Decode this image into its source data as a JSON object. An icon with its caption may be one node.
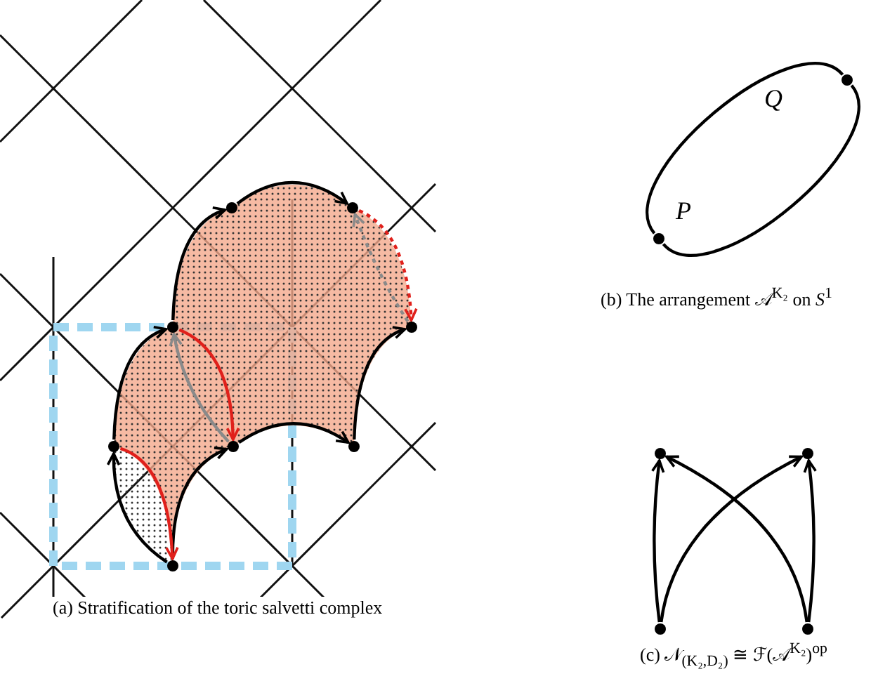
{
  "diagram": {
    "nodes": [
      {
        "text": [],
        "shape": "circle"
      },
      {
        "text": [],
        "shape": "circle"
      },
      {
        "text": [],
        "shape": "circle"
      },
      {
        "text": [],
        "shape": "circle"
      },
      {
        "text": [],
        "shape": "circle"
      },
      {
        "text": [],
        "shape": "circle"
      },
      {
        "text": [],
        "shape": "circle"
      },
      {
        "text": [],
        "shape": "circle"
      },
      {
        "text": [
          "Q"
        ]
      },
      {
        "text": [
          "P"
        ]
      },
      {
        "text": [],
        "shape": "circle"
      },
      {
        "text": [],
        "shape": "circle"
      },
      {
        "text": [],
        "shape": "circle"
      },
      {
        "text": [],
        "shape": "circle"
      }
    ],
    "edges": [
      {
        "from": 4,
        "to": 2,
        "arrow": "to"
      },
      {
        "from": 2,
        "to": 0,
        "arrow": "to"
      },
      {
        "from": 0,
        "to": 1,
        "arrow": "to"
      },
      {
        "from": 1,
        "to": 3,
        "arrow": "to",
        "style": "dashed",
        "color": "#e0201b"
      },
      {
        "from": 6,
        "to": 3,
        "arrow": "to"
      },
      {
        "from": 5,
        "to": 6,
        "arrow": "to"
      },
      {
        "from": 7,
        "to": 5,
        "arrow": "to"
      },
      {
        "from": 2,
        "to": 5,
        "arrow": "to",
        "color": "#e0201b"
      },
      {
        "from": 4,
        "to": 7,
        "arrow": "to",
        "color": "#e0201b"
      },
      {
        "from": 7,
        "to": 4,
        "arrow": "to"
      },
      {
        "from": 5,
        "to": 2,
        "arrow": "to",
        "color": "#8a8a8a"
      },
      {
        "from": 3,
        "to": 1,
        "arrow": "to",
        "style": "dashed",
        "color": "#8a8a8a"
      },
      {
        "from": 8,
        "to": 9,
        "arrow": "none"
      },
      {
        "from": 9,
        "to": 8,
        "arrow": "none"
      },
      {
        "from": 12,
        "to": 10,
        "arrow": "to"
      },
      {
        "from": 12,
        "to": 11,
        "arrow": "to"
      },
      {
        "from": 13,
        "to": 10,
        "arrow": "to"
      },
      {
        "from": 13,
        "to": 11,
        "arrow": "to"
      }
    ],
    "labels": [
      "(a) Stratification of the toric salvetti complex",
      "(b) The arrangement 𝒜$^{K₂}$ on *S*$^{1}$",
      "(c) 𝒩$_{(K₂,D₂)}$ ≅ ℱ(𝒜$^{K₂}$)$^{op}$"
    ]
  }
}
